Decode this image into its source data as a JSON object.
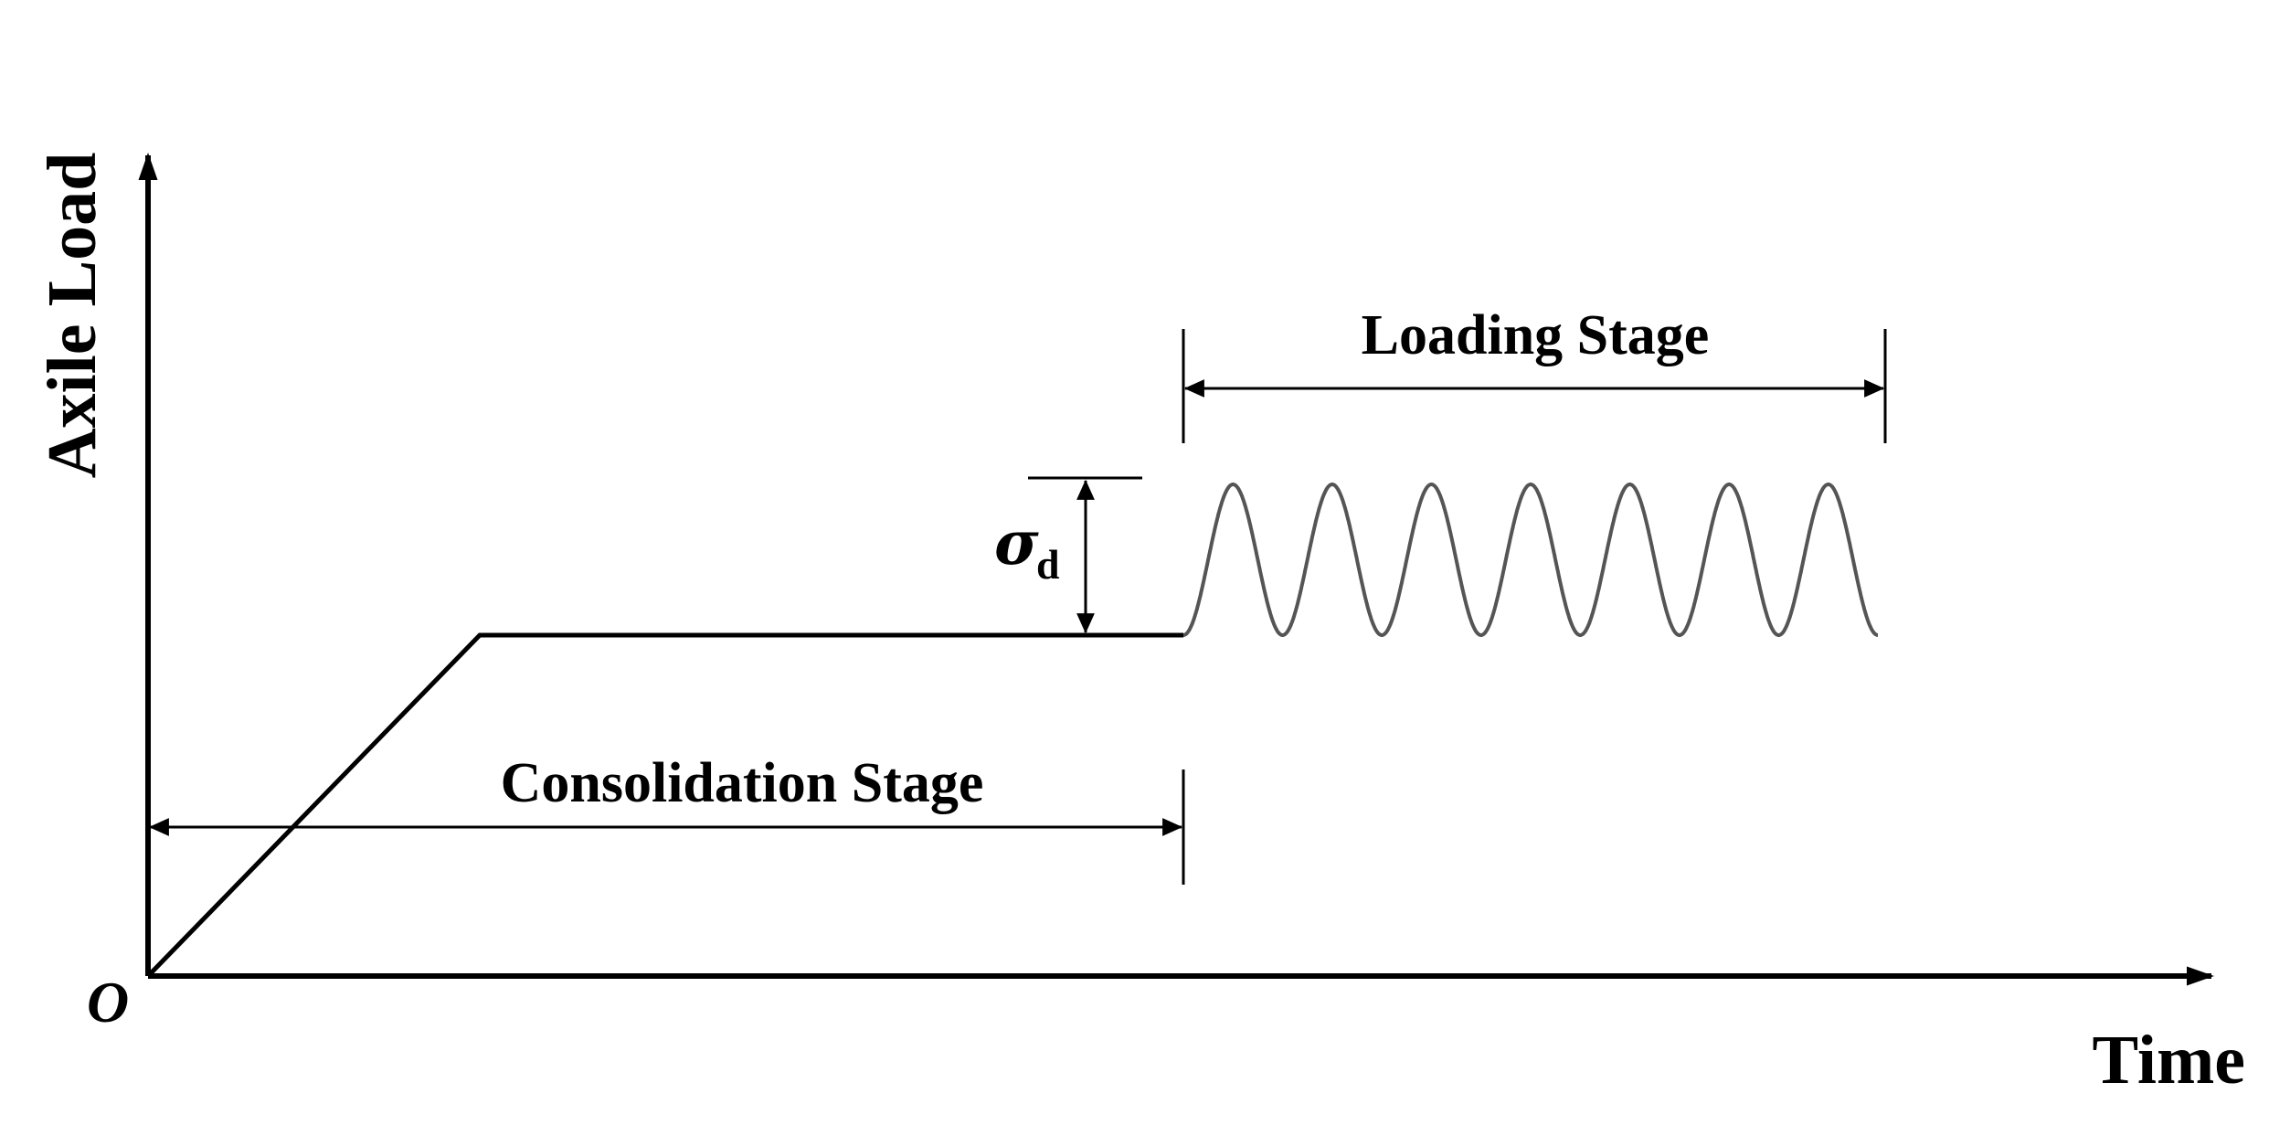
{
  "diagram": {
    "y_axis_label": "Axile Load",
    "x_axis_label": "Time",
    "origin_label": "O",
    "loading_stage_label": "Loading Stage",
    "consolidation_stage_label": "Consolidation Stage",
    "amplitude_symbol": "σ",
    "amplitude_subscript": "d",
    "load_line_color": "#000000",
    "cyclic_wave_color": "#555555",
    "cycle_count": 7
  }
}
